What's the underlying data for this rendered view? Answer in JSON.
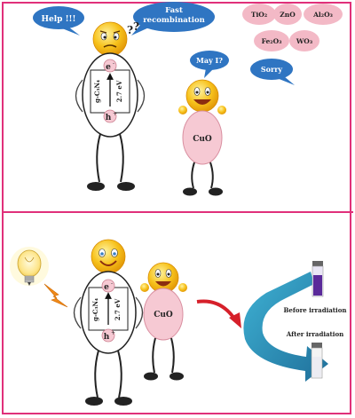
{
  "top_panel": {
    "bubble_help": "Help !!!",
    "bubble_fast_line1": "Fast",
    "bubble_fast_line2": "recombination",
    "question_marks": "?",
    "electron": "e",
    "electron_sup": "-",
    "hole": "h",
    "hole_sup": "+",
    "material": "g-C₃N₄",
    "bandgap": "2.7 eV",
    "bubble_may": "May I?",
    "cuo_label": "CuO",
    "oxides": [
      "TiO₂",
      "ZnO",
      "Al₂O₃",
      "Fe₂O₃",
      "WO₃"
    ],
    "bubble_sorry": "Sorry"
  },
  "bottom_panel": {
    "electron": "e",
    "electron_sup": "-",
    "hole": "h",
    "hole_sup": "+",
    "material": "g-C₃N₄",
    "bandgap": "2.7 eV",
    "cuo_label": "CuO",
    "before_label": "Before irradiation",
    "after_label": "After irradiation"
  },
  "colors": {
    "border": "#e0307a",
    "bubble_blue": "#2f75c2",
    "cuo_pink": "#f6c9d3",
    "oxide_pink": "#f3b9c6",
    "arrow_teal": "#2f97b8",
    "arrow_red": "#d6202a",
    "smiley_yellow": "#f7c21c"
  }
}
